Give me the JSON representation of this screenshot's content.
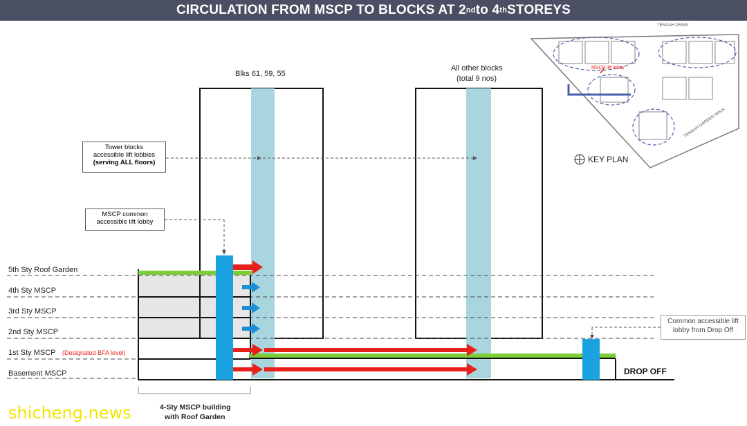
{
  "title": {
    "part1": "CIRCULATION FROM MSCP TO BLOCKS AT 2",
    "sup1": "nd",
    "part2": " to 4",
    "sup2": "th",
    "part3": " STOREYS"
  },
  "blocks": {
    "left_label": "Blks 61, 59, 55",
    "right_label_1": "All other blocks",
    "right_label_2": "(total 9 nos)"
  },
  "levels": [
    {
      "label": "5th Sty Roof Garden"
    },
    {
      "label": "4th Sty MSCP"
    },
    {
      "label": "3rd Sty MSCP"
    },
    {
      "label": "2nd Sty MSCP"
    },
    {
      "label": "1st Sty MSCP",
      "note": "(Designated BFA level)"
    },
    {
      "label": "Basement MSCP"
    }
  ],
  "callouts": {
    "tower_lobbies": {
      "line1": "Tower blocks",
      "line2": "accessible lift lobbies",
      "line3": "(serving ALL floors)"
    },
    "mscp_lobby": {
      "line1": "MSCP common",
      "line2": "accessible lift lobby"
    },
    "drop_off_lobby": {
      "line1": "Common accessible lift",
      "line2": "lobby from Drop Off"
    }
  },
  "drop_off": "DROP OFF",
  "mscp_building": {
    "line1": "4-Sty MSCP building",
    "line2": "with Roof Garden"
  },
  "key_plan": {
    "label": "KEY PLAN",
    "road_top": "TENGAH DRIVE",
    "road_right": "TENGAH GARDEN WALK",
    "lift_lobby": "MSCP lift lobby"
  },
  "watermark": "shicheng.news",
  "colors": {
    "header": "#4a4f63",
    "lift_core": "#a9d6de",
    "mscp_lift": "#1aa3e0",
    "green": "#7dcc3a",
    "red_arrow": "#e8201a",
    "blue_arrow": "#1a8fd8"
  }
}
